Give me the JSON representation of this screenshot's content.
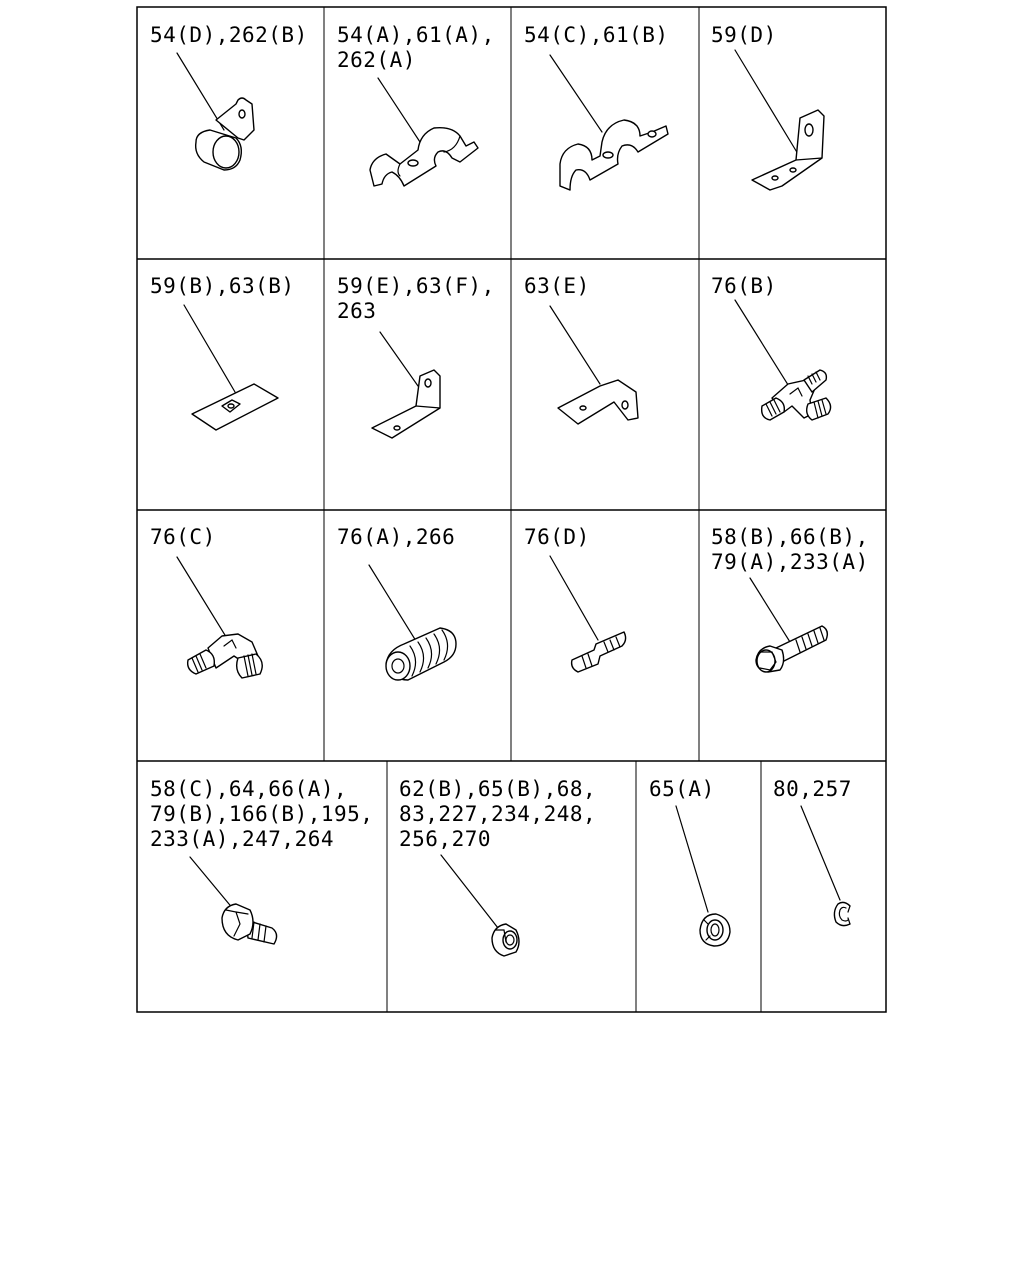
{
  "cells": [
    {
      "name": "cell-54d-262b",
      "label_lines": [
        "54(D),262(B)"
      ]
    },
    {
      "name": "cell-54a-61a-262a",
      "label_lines": [
        "54(A),61(A),",
        "262(A)"
      ]
    },
    {
      "name": "cell-54c-61b",
      "label_lines": [
        "54(C),61(B)"
      ]
    },
    {
      "name": "cell-59d",
      "label_lines": [
        "59(D)"
      ]
    },
    {
      "name": "cell-59b-63b",
      "label_lines": [
        "59(B),63(B)"
      ]
    },
    {
      "name": "cell-59e-63f-263",
      "label_lines": [
        "59(E),63(F),",
        "263"
      ]
    },
    {
      "name": "cell-63e",
      "label_lines": [
        "63(E)"
      ]
    },
    {
      "name": "cell-76b",
      "label_lines": [
        "76(B)"
      ]
    },
    {
      "name": "cell-76c",
      "label_lines": [
        "76(C)"
      ]
    },
    {
      "name": "cell-76a-266",
      "label_lines": [
        "76(A),266"
      ]
    },
    {
      "name": "cell-76d",
      "label_lines": [
        "76(D)"
      ]
    },
    {
      "name": "cell-58b-66b-79a-233a",
      "label_lines": [
        "58(B),66(B),",
        "79(A),233(A)"
      ]
    },
    {
      "name": "cell-58c-64-66a",
      "label_lines": [
        "58(C),64,66(A),",
        "79(B),166(B),195,",
        "233(A),247,264"
      ]
    },
    {
      "name": "cell-62b-65b-68",
      "label_lines": [
        "62(B),65(B),68,",
        "83,227,234,248,",
        "256,270"
      ]
    },
    {
      "name": "cell-65a",
      "label_lines": [
        "65(A)"
      ]
    },
    {
      "name": "cell-80-257",
      "label_lines": [
        "80,257"
      ]
    }
  ]
}
